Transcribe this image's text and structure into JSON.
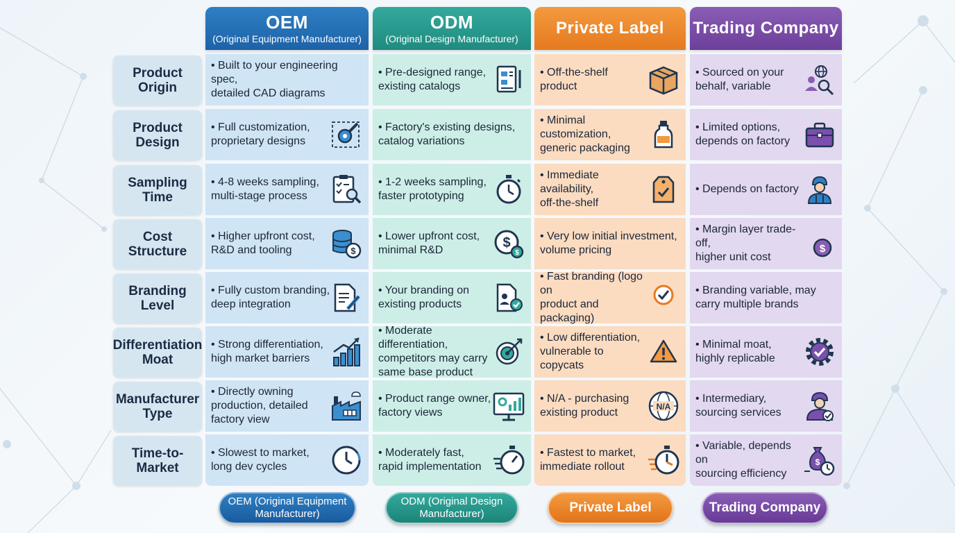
{
  "columns": {
    "oem": {
      "title": "OEM",
      "subtitle": "(Original Equipment Manufacturer)"
    },
    "odm": {
      "title": "ODM",
      "subtitle": "(Original Design Manufacturer)"
    },
    "private_label": {
      "title": "Private Label"
    },
    "trading_company": {
      "title": "Trading Company"
    }
  },
  "rows": [
    {
      "label": [
        "Product",
        "Origin"
      ],
      "oem": {
        "text": [
          "• Built to your engineering spec,",
          "detailed CAD diagrams"
        ],
        "icon": "none"
      },
      "odm": {
        "text": [
          "• Pre-designed range,",
          "existing catalogs"
        ],
        "icon": "catalog-document-icon"
      },
      "private_label": {
        "text": [
          "• Off-the-shelf",
          "product"
        ],
        "icon": "box-icon"
      },
      "trading_company": {
        "text": [
          "• Sourced on your",
          "behalf, variable"
        ],
        "icon": "global-sourcing-icon"
      }
    },
    {
      "label": [
        "Product",
        "Design"
      ],
      "oem": {
        "text": [
          "• Full customization,",
          "proprietary designs"
        ],
        "icon": "custom-design-gear-icon"
      },
      "odm": {
        "text": [
          "• Factory's existing designs,",
          "catalog variations"
        ],
        "icon": "none"
      },
      "private_label": {
        "text": [
          "• Minimal customization,",
          "generic packaging"
        ],
        "icon": "bottle-icon"
      },
      "trading_company": {
        "text": [
          "• Limited options,",
          "depends on factory"
        ],
        "icon": "briefcase-icon"
      }
    },
    {
      "label": [
        "Sampling",
        "Time"
      ],
      "oem": {
        "text": [
          "• 4-8 weeks sampling,",
          "multi-stage process"
        ],
        "icon": "checklist-magnifier-icon"
      },
      "odm": {
        "text": [
          "• 1-2 weeks sampling,",
          "faster prototyping"
        ],
        "icon": "stopwatch-icon"
      },
      "private_label": {
        "text": [
          "• Immediate availability,",
          "off-the-shelf"
        ],
        "icon": "tag-check-icon"
      },
      "trading_company": {
        "text": [
          "• Depends on factory"
        ],
        "icon": "worker-icon"
      }
    },
    {
      "label": [
        "Cost",
        "Structure"
      ],
      "oem": {
        "text": [
          "• Higher upfront cost,",
          "R&D and tooling"
        ],
        "icon": "coin-stack-icon"
      },
      "odm": {
        "text": [
          "• Lower upfront cost,",
          "minimal R&D"
        ],
        "icon": "dollar-coins-icon"
      },
      "private_label": {
        "text": [
          "• Very low initial investment,",
          "volume pricing"
        ],
        "icon": "none"
      },
      "trading_company": {
        "text": [
          "• Margin layer trade-off,",
          "higher unit cost"
        ],
        "icon": "dollar-coin-icon"
      }
    },
    {
      "label": [
        "Branding",
        "Level"
      ],
      "oem": {
        "text": [
          "• Fully custom branding,",
          "deep integration"
        ],
        "icon": "document-pen-icon"
      },
      "odm": {
        "text": [
          "• Your branding on",
          "existing products"
        ],
        "icon": "badge-document-icon"
      },
      "private_label": {
        "text": [
          "• Fast branding (logo on",
          "product and packaging)"
        ],
        "icon": "check-circle-icon"
      },
      "trading_company": {
        "text": [
          "• Branding variable, may",
          "carry multiple brands"
        ],
        "icon": "none"
      }
    },
    {
      "label": [
        "Differentiation",
        "Moat"
      ],
      "oem": {
        "text": [
          "• Strong differentiation,",
          "high market barriers"
        ],
        "icon": "bar-chart-growth-icon"
      },
      "odm": {
        "text": [
          "• Moderate differentiation,",
          "competitors may carry",
          "same base product"
        ],
        "icon": "target-icon"
      },
      "private_label": {
        "text": [
          "• Low differentiation,",
          "vulnerable to copycats"
        ],
        "icon": "warning-icon"
      },
      "trading_company": {
        "text": [
          "• Minimal moat,",
          "highly replicable"
        ],
        "icon": "gear-check-icon"
      }
    },
    {
      "label": [
        "Manufacturer",
        "Type"
      ],
      "oem": {
        "text": [
          "• Directly owning",
          "production, detailed",
          "factory view"
        ],
        "icon": "factory-icon"
      },
      "odm": {
        "text": [
          "• Product range owner,",
          "factory views"
        ],
        "icon": "monitor-dashboard-icon"
      },
      "private_label": {
        "text": [
          "• N/A - purchasing",
          "existing product"
        ],
        "icon": "globe-na-icon"
      },
      "trading_company": {
        "text": [
          "• Intermediary,",
          "sourcing services"
        ],
        "icon": "agent-icon"
      }
    },
    {
      "label": [
        "Time-to-",
        "Market"
      ],
      "oem": {
        "text": [
          "• Slowest to market,",
          "long dev cycles"
        ],
        "icon": "clock-icon"
      },
      "odm": {
        "text": [
          "• Moderately fast,",
          "rapid implementation"
        ],
        "icon": "fast-stopwatch-icon"
      },
      "private_label": {
        "text": [
          "• Fastest to market,",
          "immediate rollout"
        ],
        "icon": "fast-timer-icon"
      },
      "trading_company": {
        "text": [
          "• Variable, depends on",
          "sourcing efficiency"
        ],
        "icon": "money-bag-clock-icon"
      }
    }
  ],
  "footer": {
    "oem": [
      "OEM (Original Equipment",
      "Manufacturer)"
    ],
    "odm": [
      "ODM (Original Design",
      "Manufacturer)"
    ],
    "private_label": "Private Label",
    "trading_company": "Trading Company"
  },
  "colors": {
    "oem": "#1d62a8",
    "odm": "#208b80",
    "private_label": "#e67a1f",
    "trading_company": "#6c3f9a",
    "label_bg": "#d6e6f1",
    "icon_dark": "#1f3550"
  }
}
